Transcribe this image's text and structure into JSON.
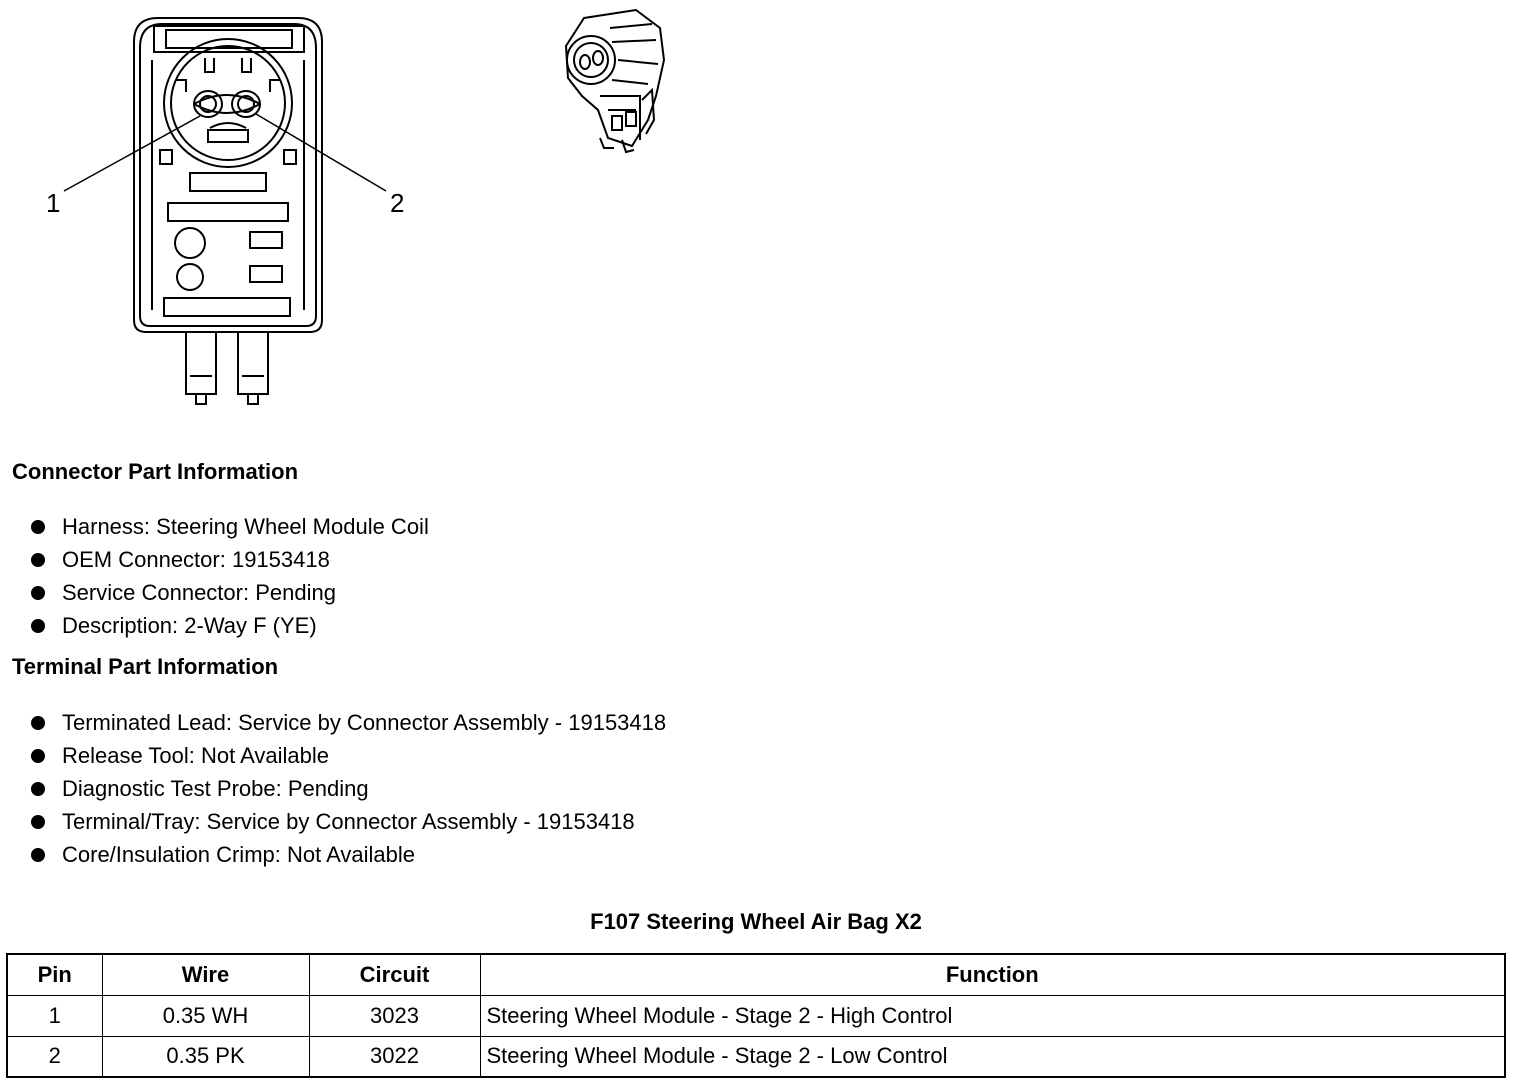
{
  "diagram": {
    "callouts": [
      "1",
      "2"
    ]
  },
  "connector_info": {
    "heading": "Connector Part Information",
    "items": [
      "Harness: Steering Wheel Module Coil",
      "OEM Connector: 19153418",
      "Service Connector: Pending",
      "Description: 2-Way F (YE)"
    ]
  },
  "terminal_info": {
    "heading": "Terminal Part Information",
    "items": [
      "Terminated Lead: Service by Connector Assembly - 19153418",
      "Release Tool: Not Available",
      "Diagnostic Test Probe: Pending",
      "Terminal/Tray: Service by Connector Assembly - 19153418",
      "Core/Insulation Crimp: Not Available"
    ]
  },
  "pinout_table": {
    "title": "F107 Steering Wheel Air Bag X2",
    "headers": [
      "Pin",
      "Wire",
      "Circuit",
      "Function"
    ],
    "rows": [
      [
        "1",
        "0.35 WH",
        "3023",
        "Steering Wheel Module - Stage 2 - High Control"
      ],
      [
        "2",
        "0.35 PK",
        "3022",
        "Steering Wheel Module - Stage 2 - Low Control"
      ]
    ]
  }
}
